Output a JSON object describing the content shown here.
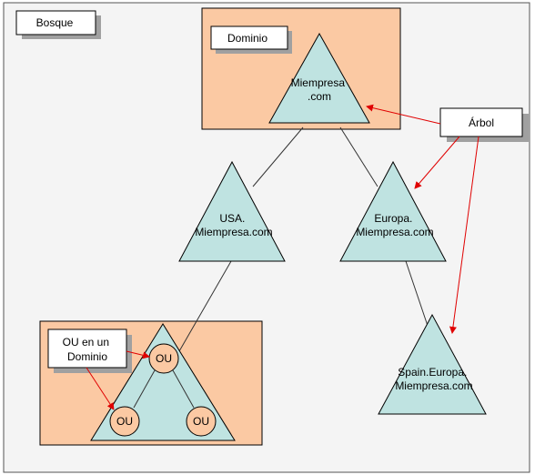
{
  "diagram": {
    "forest_label": "Bosque",
    "domain_label": "Dominio",
    "tree_label": "Árbol",
    "ou_callout": [
      "OU en un",
      "Dominio"
    ],
    "nodes": {
      "root": [
        "Miempresa",
        ".com"
      ],
      "usa": [
        "USA.",
        "Miempresa.com"
      ],
      "europa": [
        "Europa.",
        "Miempresa.com"
      ],
      "spain": [
        "Spain.Europa.",
        "Miempresa.com"
      ]
    },
    "ou_units": [
      "OU",
      "OU",
      "OU"
    ],
    "colors": {
      "triangle_fill": "#bfe3e1",
      "domain_box_fill": "#fbc9a3",
      "forest_fill": "#f4f4f4",
      "arrow": "#e00000",
      "shadow": "#a0a0a0"
    }
  }
}
